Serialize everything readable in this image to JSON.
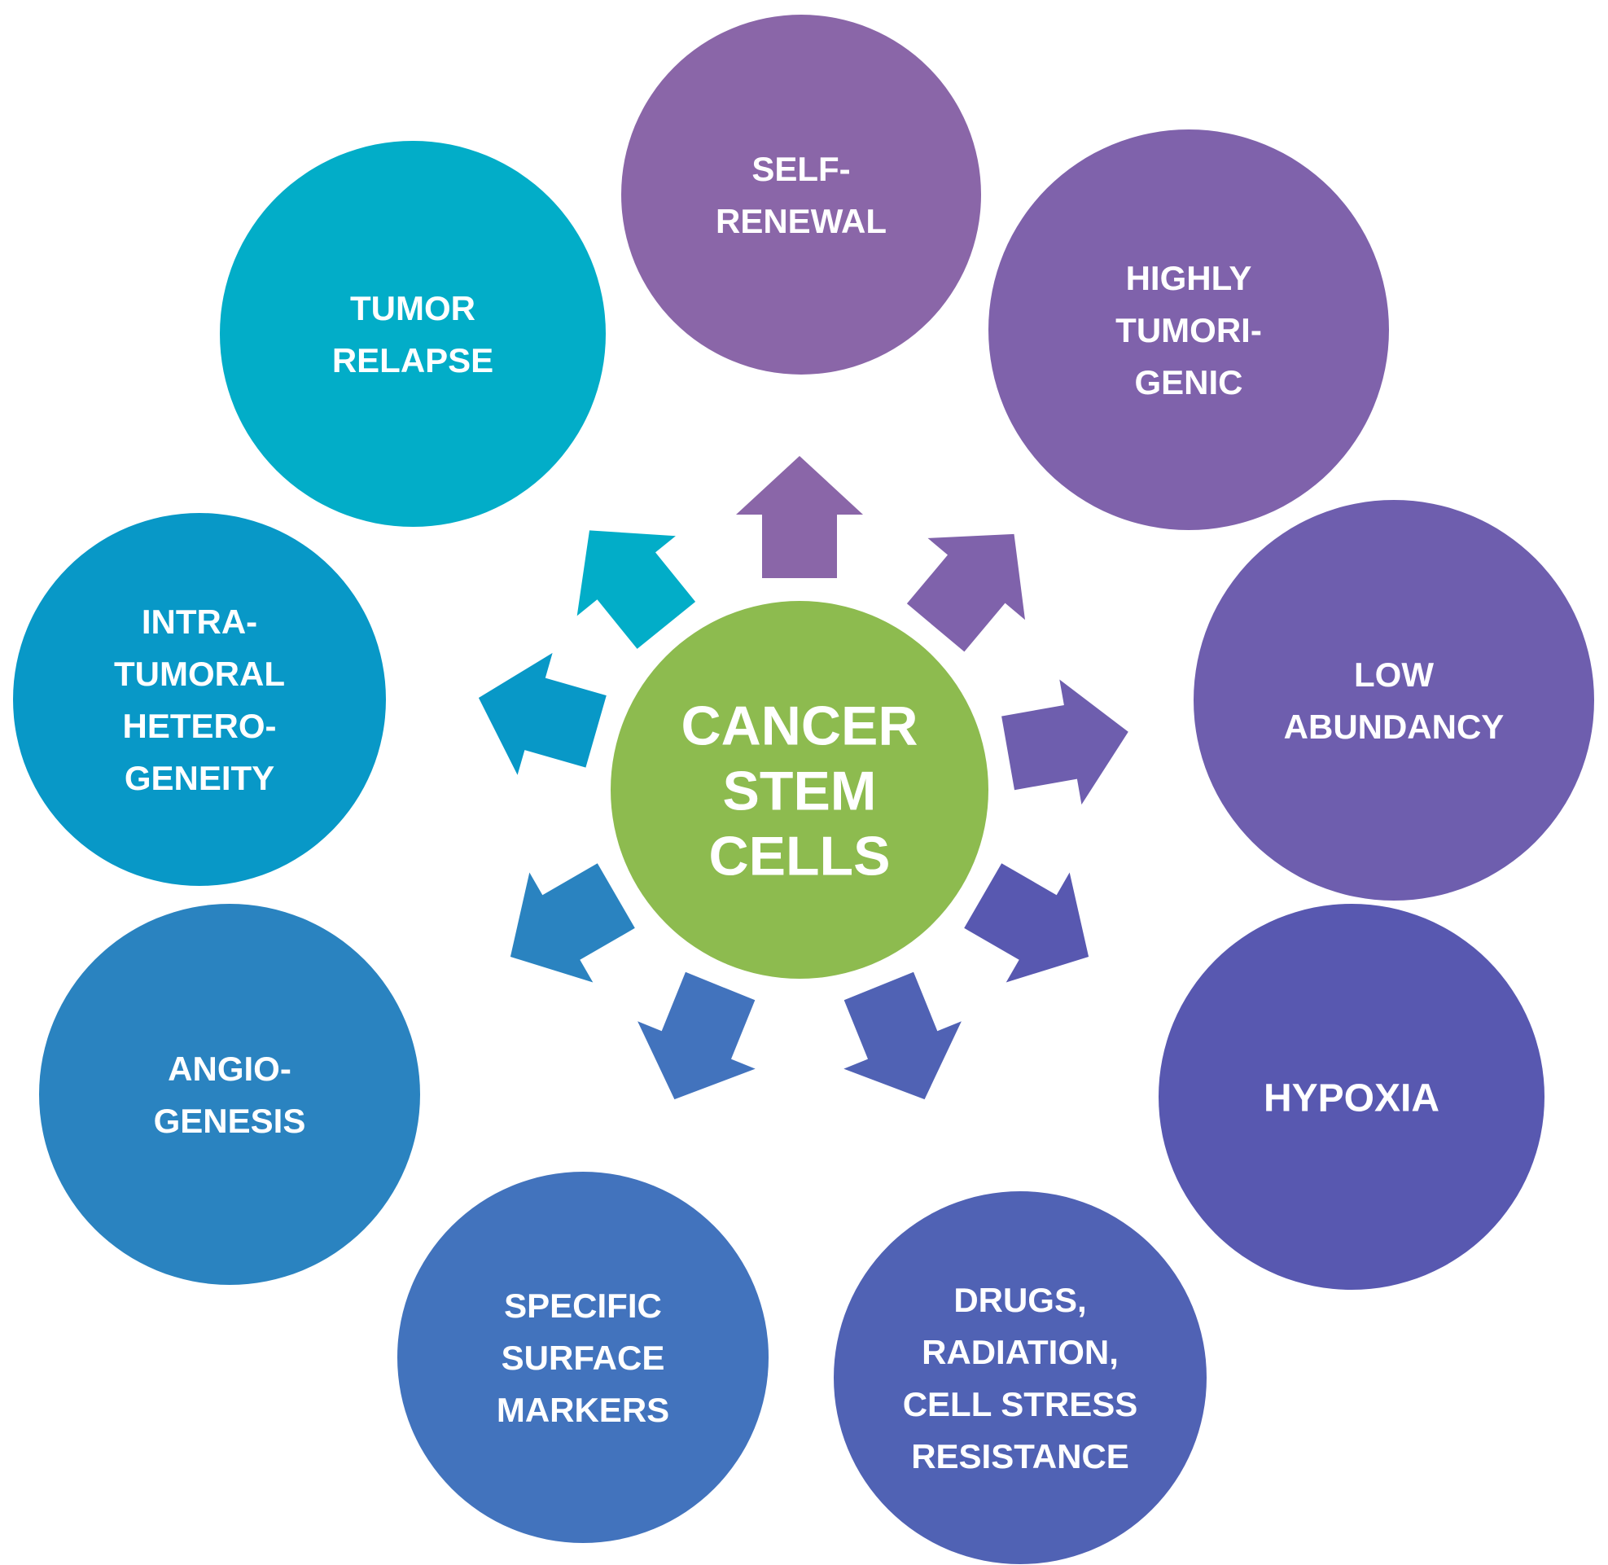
{
  "center": {
    "lines": [
      "CANCER",
      "STEM",
      "CELLS"
    ],
    "color": "#8dbb4f"
  },
  "nodes": [
    {
      "id": "self-renewal",
      "lines": [
        "SELF-",
        "RENEWAL"
      ],
      "color": "#8a66a8"
    },
    {
      "id": "highly-tumorigenic",
      "lines": [
        "HIGHLY",
        "TUMORI-",
        "GENIC"
      ],
      "color": "#7f62ab"
    },
    {
      "id": "low-abundancy",
      "lines": [
        "LOW",
        "ABUNDANCY"
      ],
      "color": "#6e5eae"
    },
    {
      "id": "hypoxia",
      "lines": [
        "HYPOXIA"
      ],
      "color": "#5858b0"
    },
    {
      "id": "drugs-radiation-resistance",
      "lines": [
        "DRUGS,",
        "RADIATION,",
        "CELL STRESS",
        "RESISTANCE"
      ],
      "color": "#5062b4"
    },
    {
      "id": "specific-surface-markers",
      "lines": [
        "SPECIFIC",
        "SURFACE",
        "MARKERS"
      ],
      "color": "#4273bd"
    },
    {
      "id": "angiogenesis",
      "lines": [
        "ANGIO-",
        "GENESIS"
      ],
      "color": "#2a83c0"
    },
    {
      "id": "intratumoral-heterogeneity",
      "lines": [
        "INTRA-",
        "TUMORAL",
        "HETERO-",
        "GENEITY"
      ],
      "color": "#0898c7"
    },
    {
      "id": "tumor-relapse",
      "lines": [
        "TUMOR",
        "RELAPSE"
      ],
      "color": "#02adc8"
    }
  ]
}
